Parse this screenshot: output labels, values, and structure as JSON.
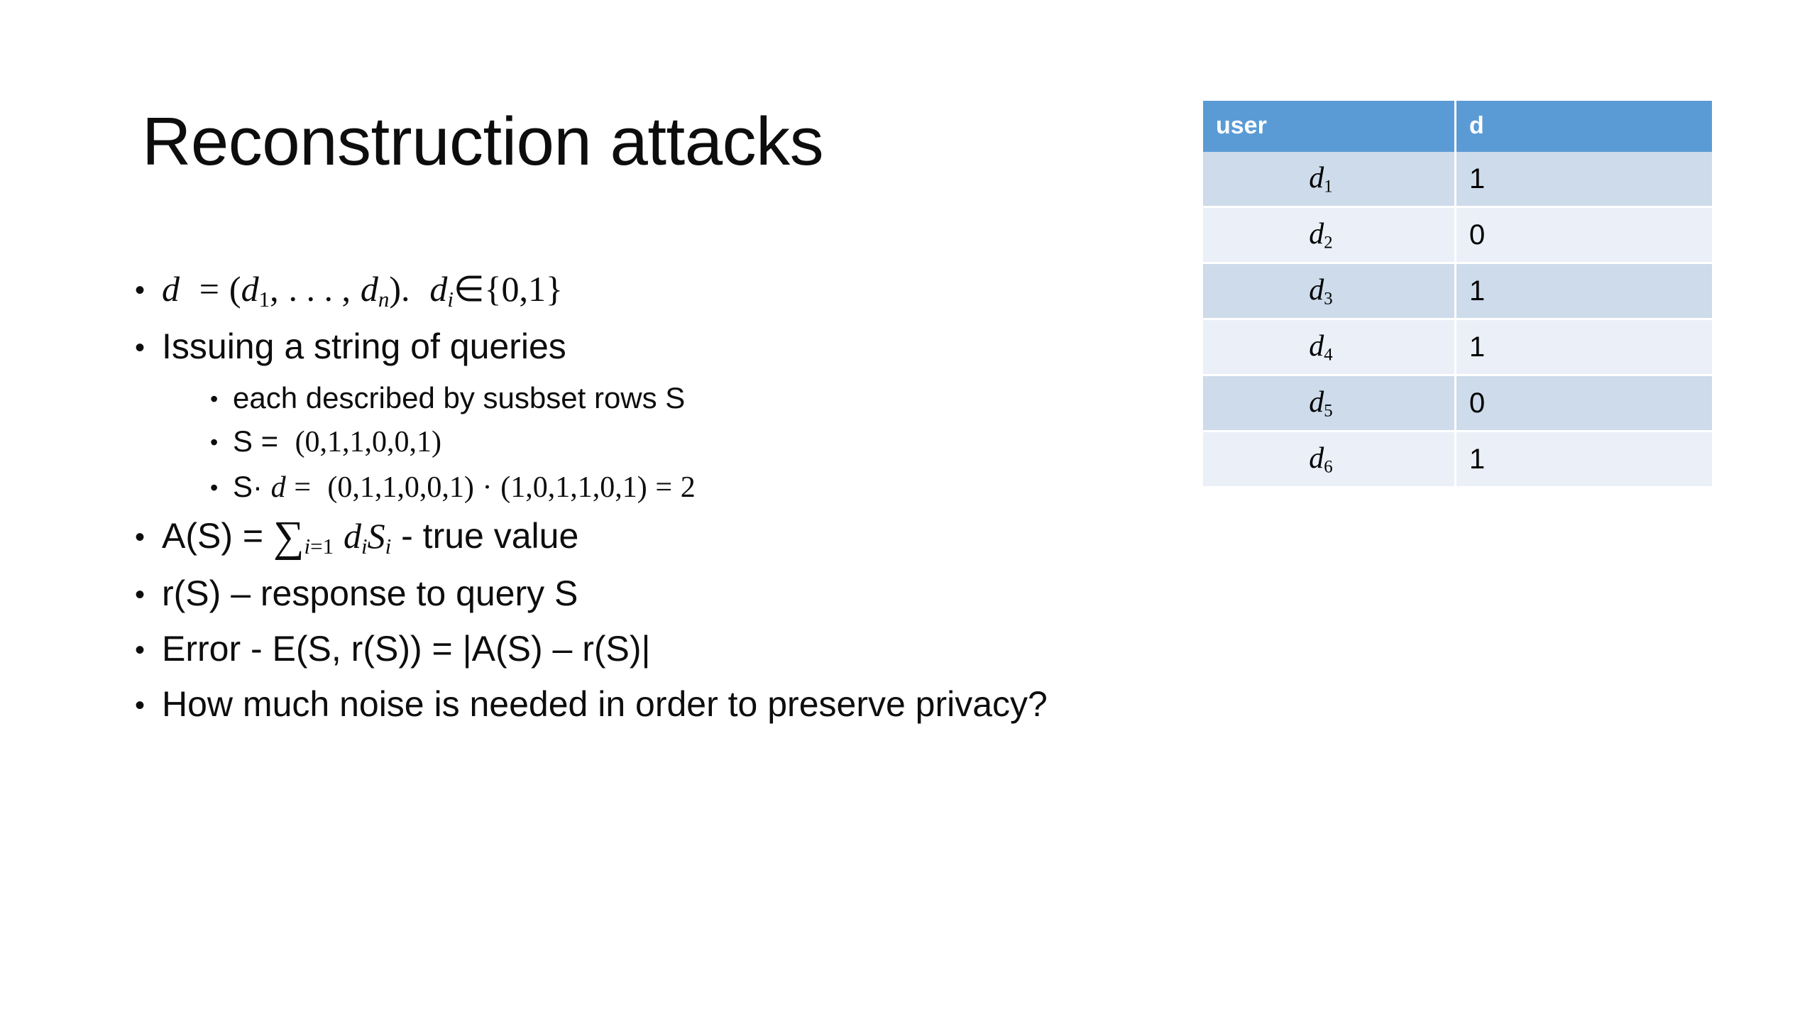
{
  "slide": {
    "title": "Reconstruction attacks",
    "bullet_char": "•"
  },
  "body": {
    "items": [
      {
        "level": 1,
        "id": "vector-definition",
        "plain": "d = (d1, . . . , dn).  di∈{0,1}"
      },
      {
        "level": 1,
        "id": "issuing-queries",
        "plain": "Issuing a string of queries"
      },
      {
        "level": 2,
        "id": "subset-rows",
        "plain": "each described by susbset rows S"
      },
      {
        "level": 2,
        "id": "s-definition",
        "plain": "S =  (0,1,1,0,0,1)"
      },
      {
        "level": 2,
        "id": "s-dot-d",
        "plain": "S· d =  (0,1,1,0,0,1) · (1,0,1,1,0,1) = 2"
      },
      {
        "level": 1,
        "id": "true-value",
        "plain": "A(S) = ∑i=1 diSi - true value"
      },
      {
        "level": 1,
        "id": "response",
        "plain": "r(S) – response to query S"
      },
      {
        "level": 1,
        "id": "error",
        "plain": "Error - E(S, r(S)) = |A(S) – r(S)|"
      },
      {
        "level": 1,
        "id": "noise-question",
        "plain": "How much noise is needed in order to preserve privacy?"
      }
    ],
    "fragments": {
      "d": "d",
      "n": "n",
      "i": "i",
      "S": "S",
      "equals": "=",
      "open_paren": "(",
      "close_paren": ")",
      "dots": ". . . ,",
      "comma": ",",
      "period": ".",
      "in_set": "∈{0,1}",
      "one": "1",
      "two": "2",
      "sum": "∑",
      "i_eq_1": "=1",
      "dot_operator": "·",
      "s_vector": "(0,1,1,0,0,1)",
      "d_vector": "(1,0,1,1,0,1)",
      "issuing": "Issuing a string of queries",
      "subset_rows": "each described by susbset rows S",
      "true_value_suffix": " - true value",
      "response_text": "r(S) – response to query S",
      "error_text": "Error - E(S, r(S)) = |A(S) – r(S)|",
      "noise_text": "How much noise is needed in order to preserve privacy?",
      "a_of_s": "A(S) = ",
      "s_eq": "S = ",
      "s_dot": "S· "
    }
  },
  "table": {
    "headers": [
      "user",
      "d"
    ],
    "rows": [
      {
        "user_base": "d",
        "user_sub": "1",
        "d": "1"
      },
      {
        "user_base": "d",
        "user_sub": "2",
        "d": "0"
      },
      {
        "user_base": "d",
        "user_sub": "3",
        "d": "1"
      },
      {
        "user_base": "d",
        "user_sub": "4",
        "d": "1"
      },
      {
        "user_base": "d",
        "user_sub": "5",
        "d": "0"
      },
      {
        "user_base": "d",
        "user_sub": "6",
        "d": "1"
      }
    ],
    "colors": {
      "header_bg": "#5B9BD5",
      "header_text": "#FFFFFF",
      "row_odd_bg": "#CDDBEA",
      "row_even_bg": "#EBEFF8",
      "grid": "#FFFFFF"
    }
  }
}
